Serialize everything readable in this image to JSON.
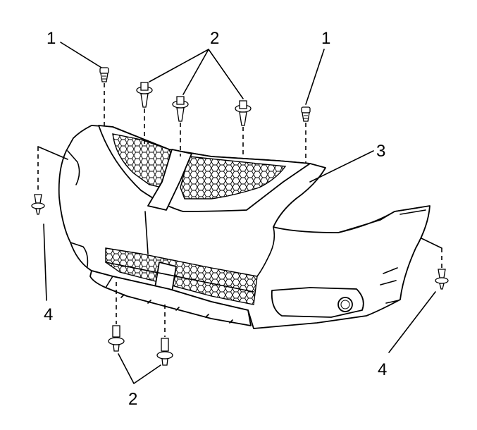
{
  "callouts": {
    "top_left_fastener": "1",
    "top_right_fastener": "1",
    "upper_push_pins": "2",
    "lower_push_pins": "2",
    "fascia": "3",
    "left_side_screw": "4",
    "right_side_screw": "4"
  },
  "colors": {
    "line": "#000000",
    "background": "#ffffff"
  },
  "icons": {
    "screw": "screw-icon",
    "push_pin": "push-pin-icon",
    "bumper": "front-bumper-fascia"
  }
}
